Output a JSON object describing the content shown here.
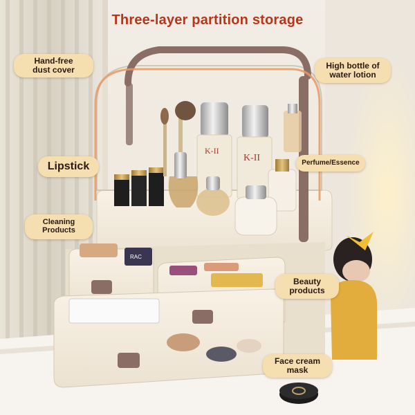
{
  "title": "Three-layer partition storage",
  "labels": {
    "dust_cover": "Hand-free\ndust cover",
    "lipstick": "Lipstick",
    "cleaning": "Cleaning\nProducts",
    "water_lotion": "High bottle of\nwater lotion",
    "perfume": "Perfume/Essence",
    "beauty": "Beauty\nproducts",
    "face_cream": "Face cream\nmask"
  },
  "bottle_text": {
    "left": "K-II",
    "right": "K-II",
    "drawer": "RAC"
  },
  "colors": {
    "title": "#b5361b",
    "label_bg": "#f5deb0",
    "cabinet": "#f4ecdf",
    "handle": "#8a6e66"
  }
}
